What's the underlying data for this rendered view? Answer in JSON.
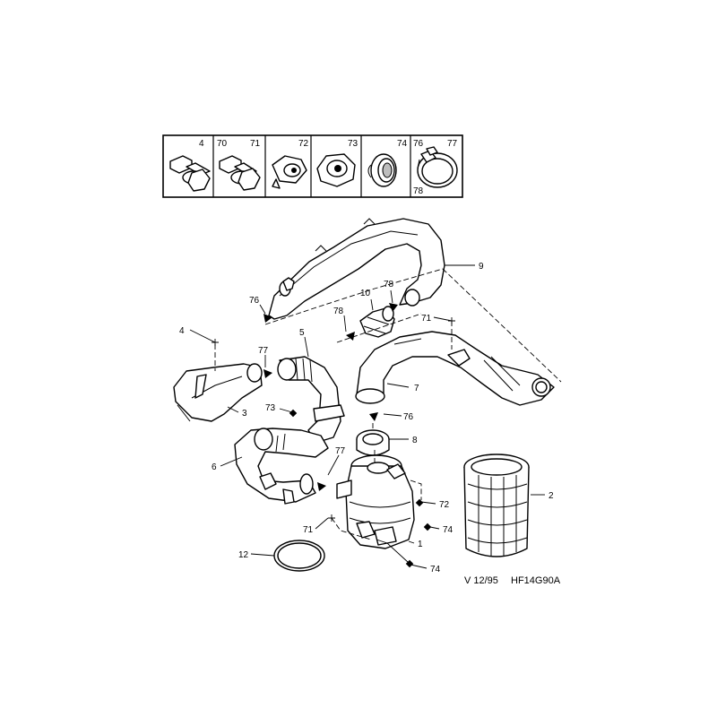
{
  "legend": {
    "cells": [
      {
        "labels": [
          "4"
        ]
      },
      {
        "labels": [
          "70",
          "71"
        ]
      },
      {
        "labels": [
          "72"
        ]
      },
      {
        "labels": [
          "73"
        ]
      },
      {
        "labels": [
          "74"
        ]
      },
      {
        "labels": [
          "76",
          "77",
          "78"
        ]
      }
    ]
  },
  "callouts": {
    "c9": "9",
    "c76_top": "76",
    "c10": "10",
    "c78_right": "78",
    "c78_left": "78",
    "c71_top": "71",
    "c4": "4",
    "c77_left": "77",
    "c5": "5",
    "c7": "7",
    "c3": "3",
    "c73": "73",
    "c76_mid": "76",
    "c8": "8",
    "c6": "6",
    "c77_mid": "77",
    "c2": "2",
    "c72": "72",
    "c71_low": "71",
    "c74_right": "74",
    "c1": "1",
    "c12": "12",
    "c74_low": "74"
  },
  "reference": {
    "date": "V 12/95",
    "code": "HF14G90A"
  }
}
